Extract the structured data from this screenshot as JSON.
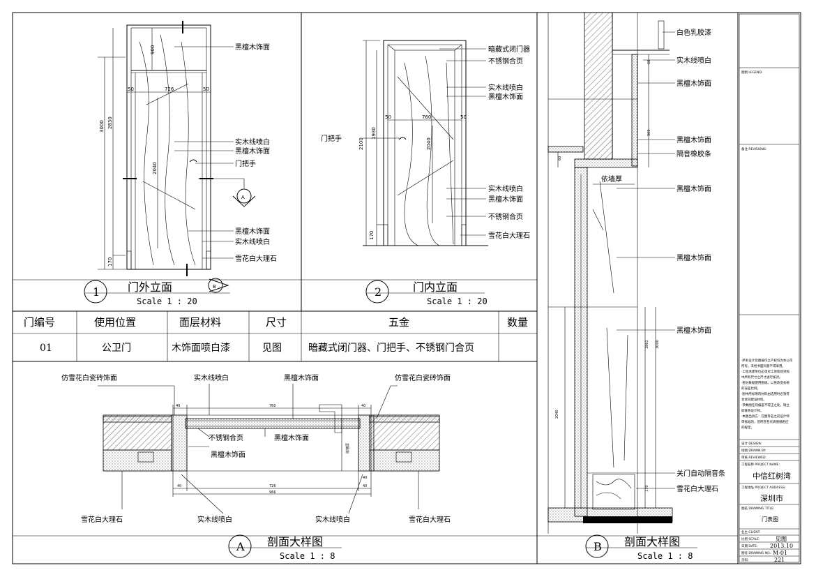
{
  "elevation_outer": {
    "number": "1",
    "title": "门外立面",
    "scale": "Scale 1 : 20",
    "labels": [
      "黑檀木饰面",
      "实木线喷白",
      "黑檀木饰面",
      "门把手",
      "黑檀木饰面",
      "实木线喷白",
      "雪花白大理石"
    ],
    "dims": [
      "900",
      "3000",
      "2830",
      "50",
      "726",
      "50",
      "2040",
      "170"
    ],
    "section_marker": "A",
    "section_marker_b": "B"
  },
  "elevation_inner": {
    "number": "2",
    "title": "门内立面",
    "scale": "Scale 1 : 20",
    "labels_right": [
      "暗藏式闭门器",
      "不锈钢合页",
      "实木线喷白",
      "黑檀木饰面",
      "实木线喷白",
      "黑檀木饰面",
      "不锈钢合页",
      "雪花白大理石"
    ],
    "label_left": "门把手",
    "dims": [
      "2100",
      "1930",
      "760",
      "50",
      "50",
      "2040",
      "170"
    ]
  },
  "schedule": {
    "headers": [
      "门编号",
      "使用位置",
      "面层材料",
      "尺寸",
      "五金",
      "数量"
    ],
    "rows": [
      [
        "01",
        "公卫门",
        "木饰面喷白漆",
        "见图",
        "暗藏式闭门器、门把手、不锈钢门合页",
        ""
      ]
    ]
  },
  "section_a": {
    "letter": "A",
    "title": "剖面大样图",
    "scale": "Scale 1 : 8",
    "labels_top": [
      "仿雪花白瓷砖饰面",
      "实木线喷白",
      "黑檀木饰面",
      "仿雪花白瓷砖饰面"
    ],
    "labels_mid": [
      "不锈钢合页",
      "黑檀木饰面",
      "黑檀木饰面"
    ],
    "labels_bottom": [
      "雪花白大理石",
      "实木线喷白",
      "实木线喷白",
      "雪花白大理石"
    ],
    "dims": [
      "40",
      "760",
      "40",
      "40",
      "40",
      "40",
      "726",
      "966",
      "依墙厚"
    ]
  },
  "section_b": {
    "letter": "B",
    "title": "剖面大样图",
    "scale": "Scale 1 : 8",
    "labels": [
      "白色乳胶漆",
      "实木线喷白",
      "黑檀木饰面",
      "黑檀木饰面",
      "隔音橡胶条",
      "依墙厚",
      "黑檀木饰面",
      "黑檀木饰面",
      "黑檀木饰面",
      "关门自动隔音条",
      "雪花白大理石"
    ],
    "dims": [
      "60",
      "909",
      "60",
      "1861",
      "3000",
      "2040",
      "170"
    ]
  },
  "title_block": {
    "legend_label": "图例 LEGEND:",
    "revision_label": "备注 REVISIONS:",
    "notes": [
      "·所有设计及图纸作之产权均为本公司",
      "所有，未经书面同意不得采用。",
      "·工程承建单位必须对工地现场对照",
      "中所有尺寸之尺寸进行核对。",
      "·部分数据使用图纸，以免改变去榜",
      "的误差比例。",
      "·图中所标明的材料由选用时必须符",
      "合合同建设材料。",
      "·参数图任何偏差不得正之处，请立",
      "即联系设计师。",
      "·本图出具方：在图等名之前设计师",
      "审核准的，签所签名代表图纸相应",
      "的规定。"
    ],
    "design_label": "设计 DESIGN:",
    "drawn_label": "绘图 DRAWN BY:",
    "check_label": "审核 REVIEWED:",
    "project_label": "工程名称 PROJECT NAME:",
    "project_name": "中信红树湾",
    "address_label": "工程地址 PROJECT ADDRESS:",
    "address": "深圳市",
    "drawing_title_label": "图名 DRAWING TITLE:",
    "drawing_title": "门表图",
    "client_label": "业主 CLIENT:",
    "scale_label": "比例 SCALE:",
    "scale_value": "见图",
    "date_label": "日期 DATE:",
    "date_value": "2013.10",
    "drawing_no_label": "图号 DRAWING NO.:",
    "drawing_no": "M-01",
    "page_label": "页码:",
    "page_no": "221"
  }
}
